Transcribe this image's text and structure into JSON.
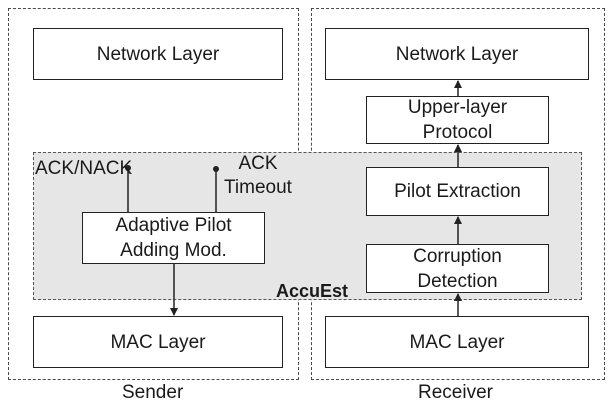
{
  "sender": {
    "caption": "Sender",
    "network_layer": "Network Layer",
    "adaptive_module": "Adaptive Pilot\nAdding Mod.",
    "mac_layer": "MAC Layer",
    "ack_nack_label": "ACK/NACK",
    "ack_timeout_label": "ACK\nTimeout"
  },
  "receiver": {
    "caption": "Receiver",
    "network_layer": "Network Layer",
    "upper_protocol": "Upper-layer\nProtocol",
    "pilot_extraction": "Pilot Extraction",
    "corruption_detection": "Corruption\nDetection",
    "mac_layer": "MAC Layer"
  },
  "accuest_label": "AccuEst"
}
